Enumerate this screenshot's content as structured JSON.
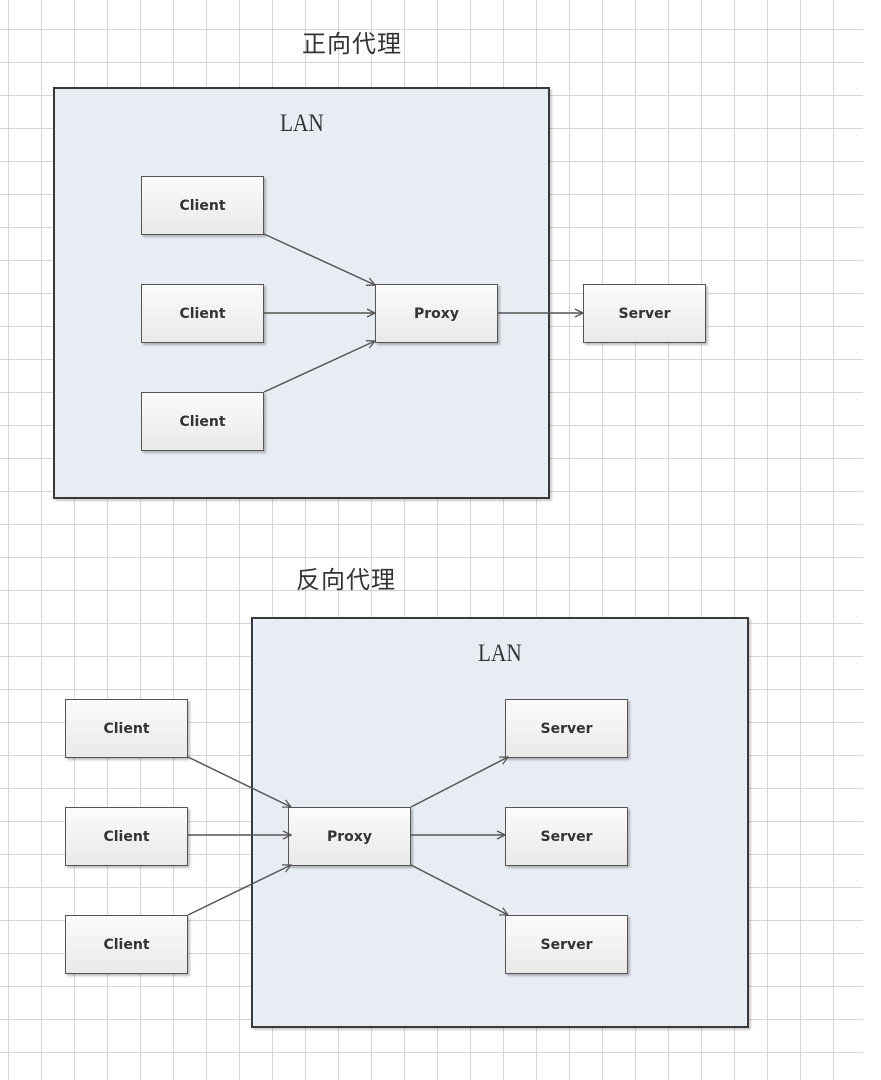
{
  "forward": {
    "title": "正向代理",
    "lan_label": "LAN",
    "clients": [
      "Client",
      "Client",
      "Client"
    ],
    "proxy": "Proxy",
    "server": "Server"
  },
  "reverse": {
    "title": "反向代理",
    "lan_label": "LAN",
    "clients": [
      "Client",
      "Client",
      "Client"
    ],
    "proxy": "Proxy",
    "servers": [
      "Server",
      "Server",
      "Server"
    ]
  },
  "colors": {
    "lan_fill": "#e8ecf3",
    "border": "#3a3a3a",
    "arrow": "#555555",
    "grid": "#d6d6d6"
  }
}
